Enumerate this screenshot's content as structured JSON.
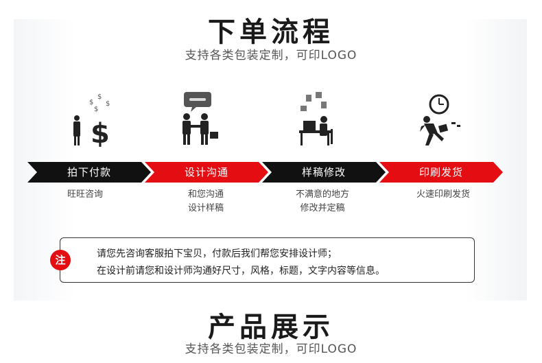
{
  "header": {
    "title": "下单流程",
    "subtitle": "支持各类包装定制，可印LOGO"
  },
  "steps": [
    {
      "label": "拍下付款",
      "desc": [
        "旺旺咨询"
      ],
      "color": "#111111",
      "icon": "dollar-icon"
    },
    {
      "label": "设计沟通",
      "desc": [
        "和您沟通",
        "设计样稿"
      ],
      "color": "#e30d12",
      "icon": "handshake-icon"
    },
    {
      "label": "样稿修改",
      "desc": [
        "不满意的地方",
        "修改并定稿"
      ],
      "color": "#111111",
      "icon": "desk-worker-icon"
    },
    {
      "label": "印刷发货",
      "desc": [
        "火速印刷发货"
      ],
      "color": "#e30d12",
      "icon": "running-man-icon"
    }
  ],
  "note": {
    "badge": "注",
    "lines": [
      "请您先咨询客服拍下宝贝，付款后我们帮您安排设计师；",
      "在设计前请您和设计师沟通好尺寸，风格，标题，文字内容等信息。"
    ]
  },
  "section2": {
    "title": "产品展示",
    "subtitle": "支持各类包装定制，可印LOGO"
  }
}
